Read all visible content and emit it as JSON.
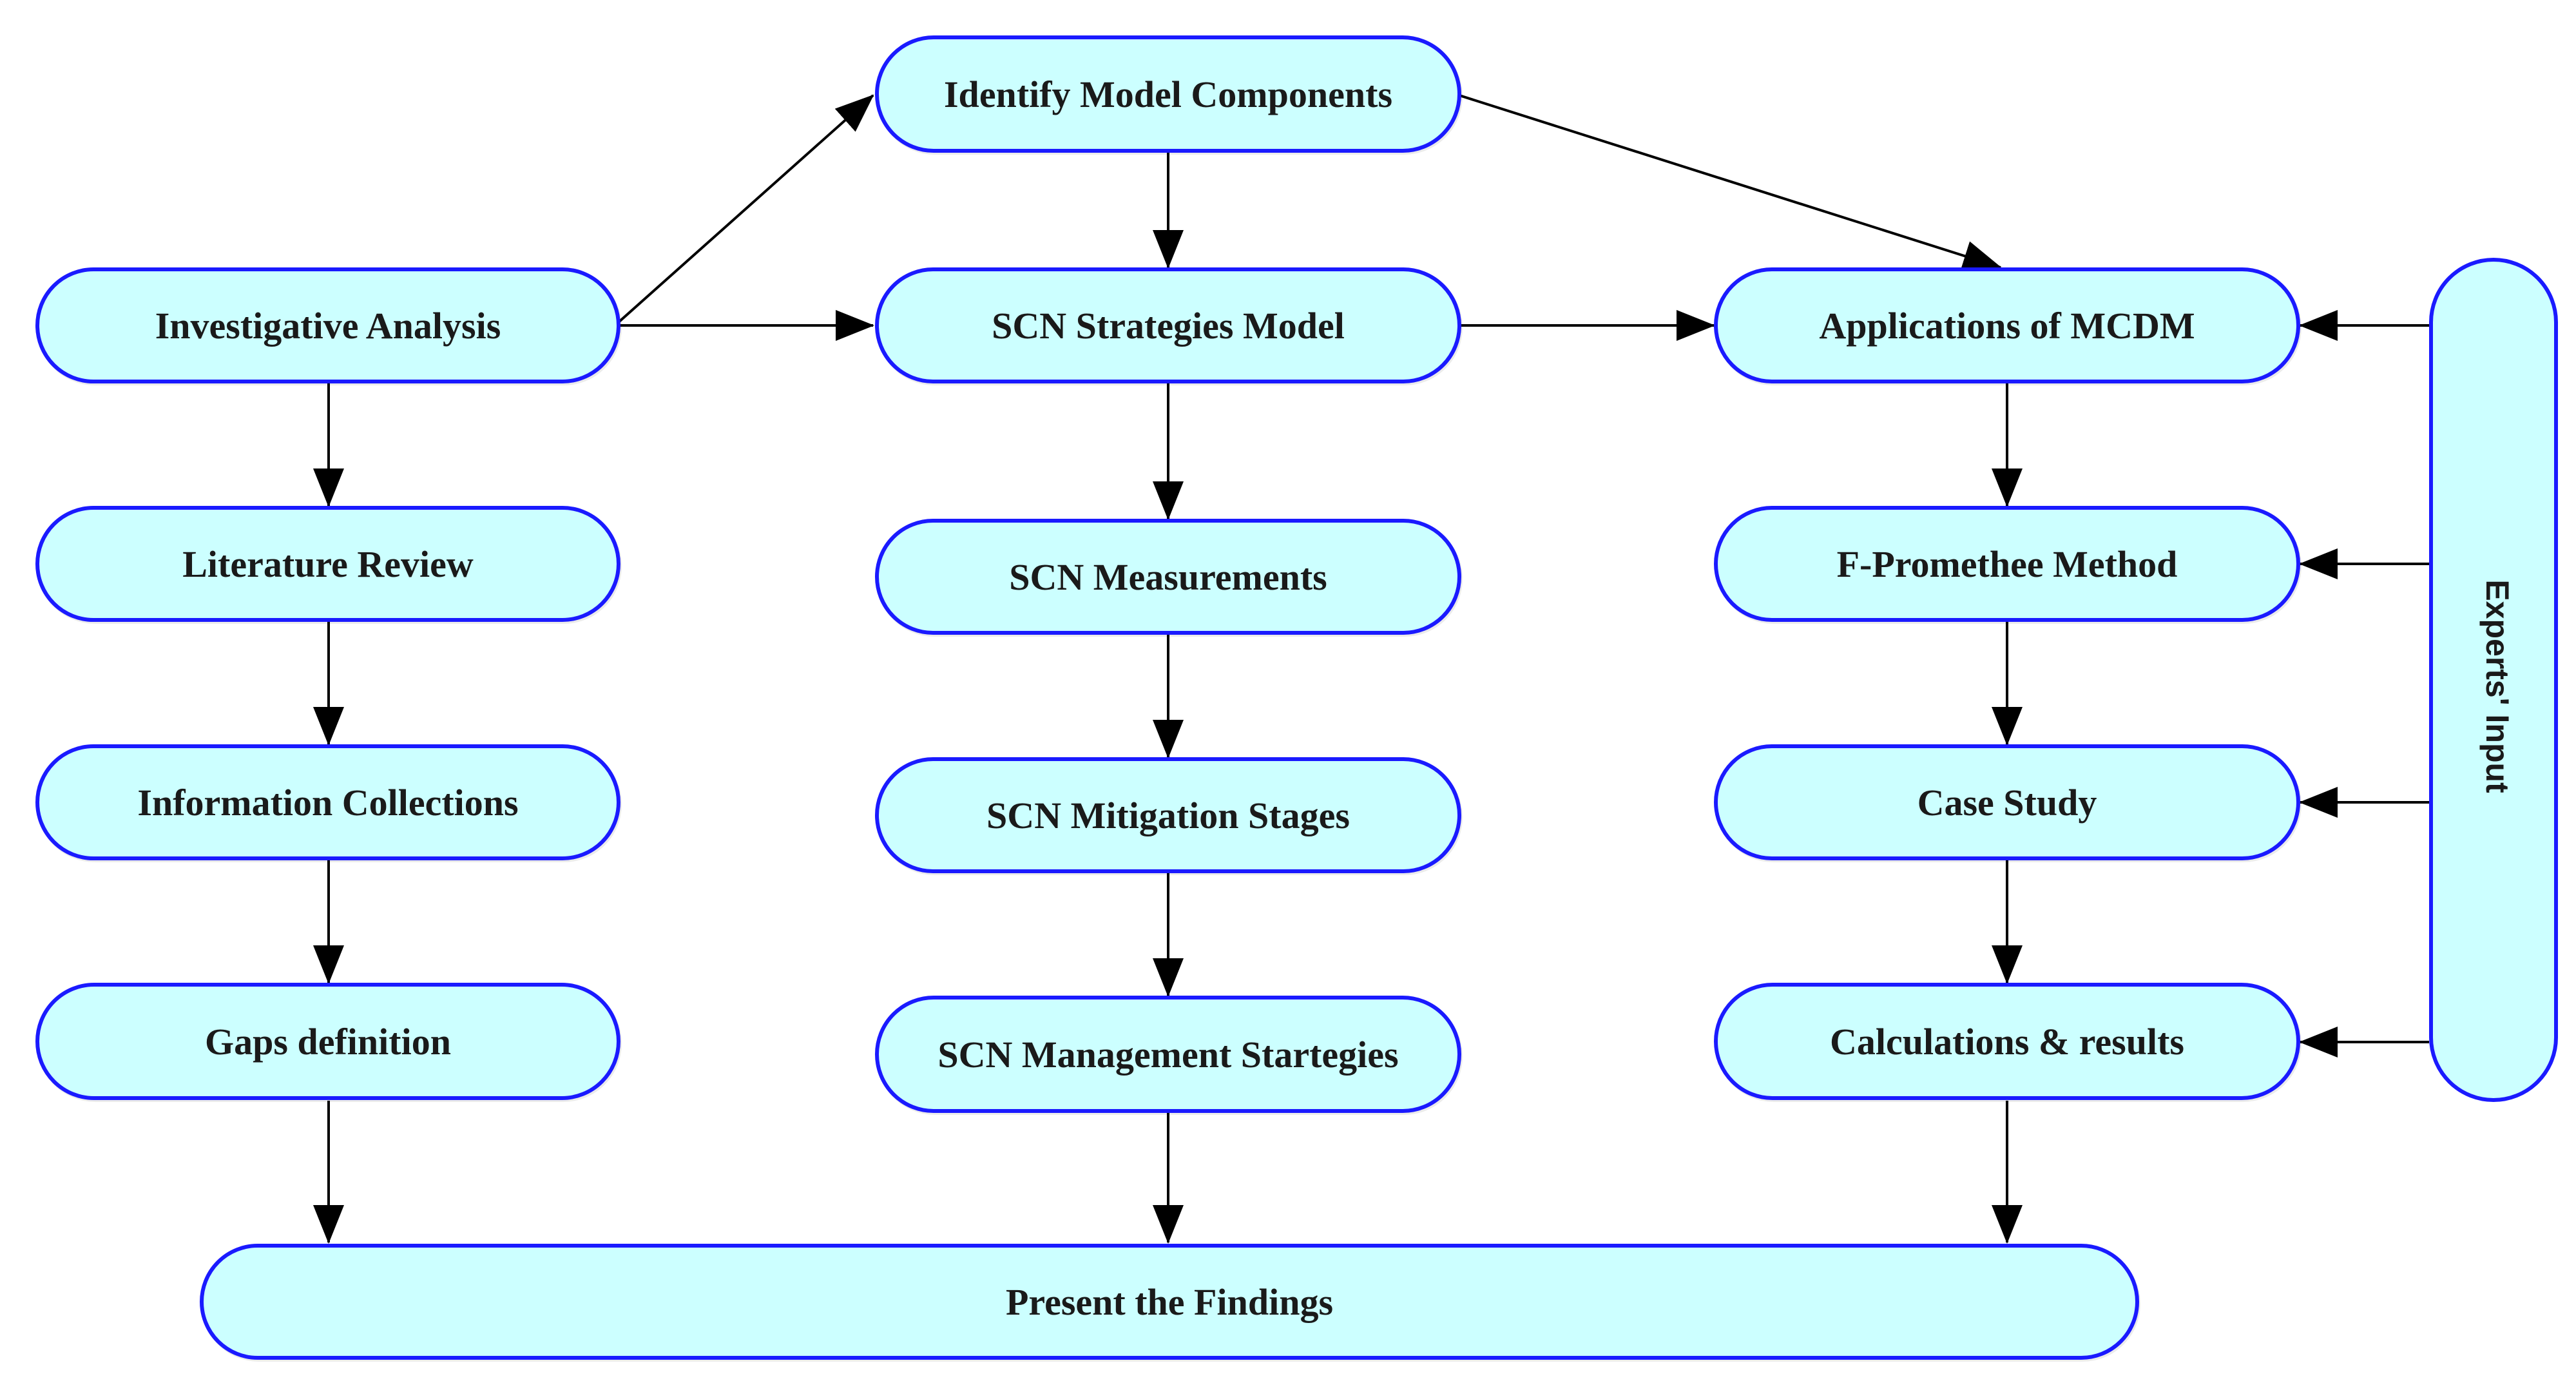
{
  "diagram": {
    "nodes": {
      "identify_model_components": "Identify Model Components",
      "investigative_analysis": "Investigative Analysis",
      "scn_strategies_model": "SCN Strategies Model",
      "applications_of_mcdm": "Applications of MCDM",
      "literature_review": "Literature Review",
      "scn_measurements": "SCN Measurements",
      "f_promethee_method": "F-Promethee Method",
      "information_collections": "Information Collections",
      "scn_mitigation_stages": "SCN Mitigation Stages",
      "case_study": "Case Study",
      "gaps_definition": "Gaps definition",
      "scn_management_startegies": "SCN Management Startegies",
      "calculations_results": "Calculations & results",
      "experts_input": "Experts' Input",
      "present_the_findings": "Present the Findings"
    },
    "colors": {
      "box_fill": "#ccffff",
      "box_border": "#1a1aff",
      "arrow": "#000000"
    }
  }
}
